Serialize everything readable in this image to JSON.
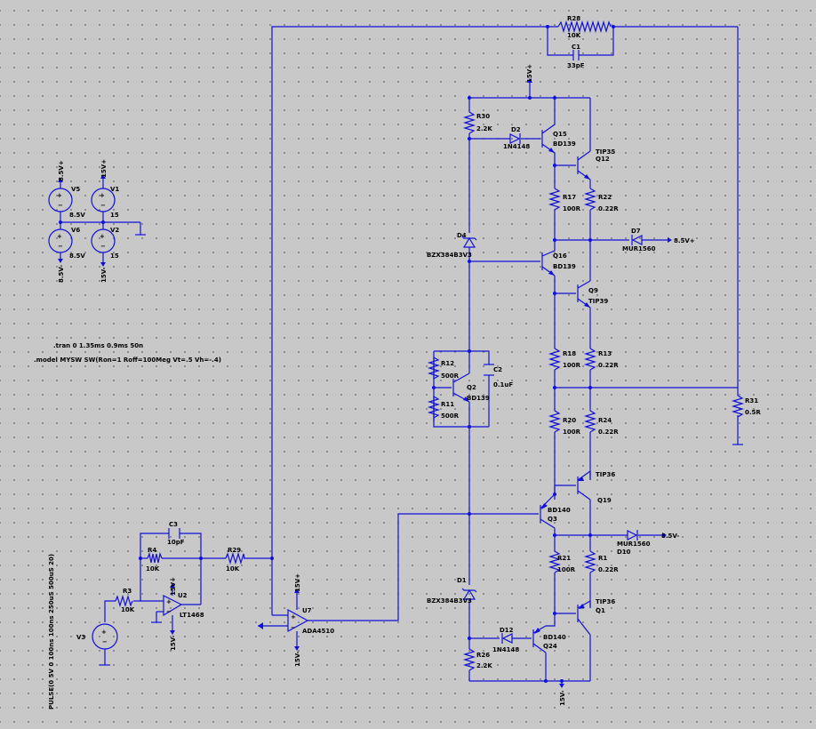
{
  "colors": {
    "background": "#c8c8c8",
    "wire": "#1010d8",
    "text": "#000000"
  },
  "directives": {
    "tran": ".tran 0 1.35ms 0.9ms 50n",
    "model": ".model MYSW SW(Ron=1 Roff=100Meg Vt=.5 Vh=-.4)",
    "pulse": "PULSE(0 5V 0 100ns 100ns 250uS 500uS 20)"
  },
  "nets": {
    "p85": "8.5V+",
    "p15": "15V+",
    "n85": "8.5V-",
    "n15": "15V-"
  },
  "components": {
    "R28": {
      "name": "R28",
      "value": "10K"
    },
    "C1": {
      "name": "C1",
      "value": "33pF"
    },
    "R30": {
      "name": "R30",
      "value": "2.2K"
    },
    "D2": {
      "name": "D2",
      "value": "1N4148"
    },
    "Q15": {
      "name": "Q15",
      "value": "BD139"
    },
    "Q12": {
      "name": "Q12",
      "value": "TIP35"
    },
    "R17": {
      "name": "R17",
      "value": "100R"
    },
    "R22": {
      "name": "R22",
      "value": "0.22R"
    },
    "D7": {
      "name": "D7",
      "value": "MUR1560"
    },
    "D4": {
      "name": "D4",
      "value": "BZX384B3V3"
    },
    "Q16": {
      "name": "Q16",
      "value": "BD139"
    },
    "Q9": {
      "name": "Q9",
      "value": "TIP39"
    },
    "R18": {
      "name": "R18",
      "value": "100R"
    },
    "R13": {
      "name": "R13",
      "value": "0.22R"
    },
    "R12": {
      "name": "R12",
      "value": "500R"
    },
    "R11": {
      "name": "R11",
      "value": "500R"
    },
    "Q2": {
      "name": "Q2",
      "value": "BD139"
    },
    "C2": {
      "name": "C2",
      "value": "0.1uF"
    },
    "R31": {
      "name": "R31",
      "value": "0.5R"
    },
    "R20": {
      "name": "R20",
      "value": "100R"
    },
    "R24": {
      "name": "R24",
      "value": "0.22R"
    },
    "Q19": {
      "name": "Q19",
      "value": "TIP36"
    },
    "Q3": {
      "name": "Q3",
      "value": "BD140"
    },
    "D10": {
      "name": "D10",
      "value": "MUR1560"
    },
    "R21": {
      "name": "R21",
      "value": "100R"
    },
    "R1": {
      "name": "R1",
      "value": "0.22R"
    },
    "D1": {
      "name": "D1",
      "value": "BZX384B3V3"
    },
    "Q1": {
      "name": "Q1",
      "value": "TIP36"
    },
    "D12": {
      "name": "D12",
      "value": "1N4148"
    },
    "Q24": {
      "name": "Q24",
      "value": "BD140"
    },
    "R26": {
      "name": "R26",
      "value": "2.2K"
    },
    "U7": {
      "name": "U7",
      "value": "ADA4510"
    },
    "U2": {
      "name": "U2",
      "value": "LT1468"
    },
    "C3": {
      "name": "C3",
      "value": "10pF"
    },
    "R4": {
      "name": "R4",
      "value": "10K"
    },
    "R29": {
      "name": "R29",
      "value": "10K"
    },
    "R3": {
      "name": "R3",
      "value": "10K"
    },
    "V3": {
      "name": "V3"
    },
    "V5": {
      "name": "V5",
      "value": "8.5V"
    },
    "V6": {
      "name": "V6",
      "value": "8.5V"
    },
    "V1": {
      "name": "V1",
      "value": "15"
    },
    "V2": {
      "name": "V2",
      "value": "15"
    }
  }
}
